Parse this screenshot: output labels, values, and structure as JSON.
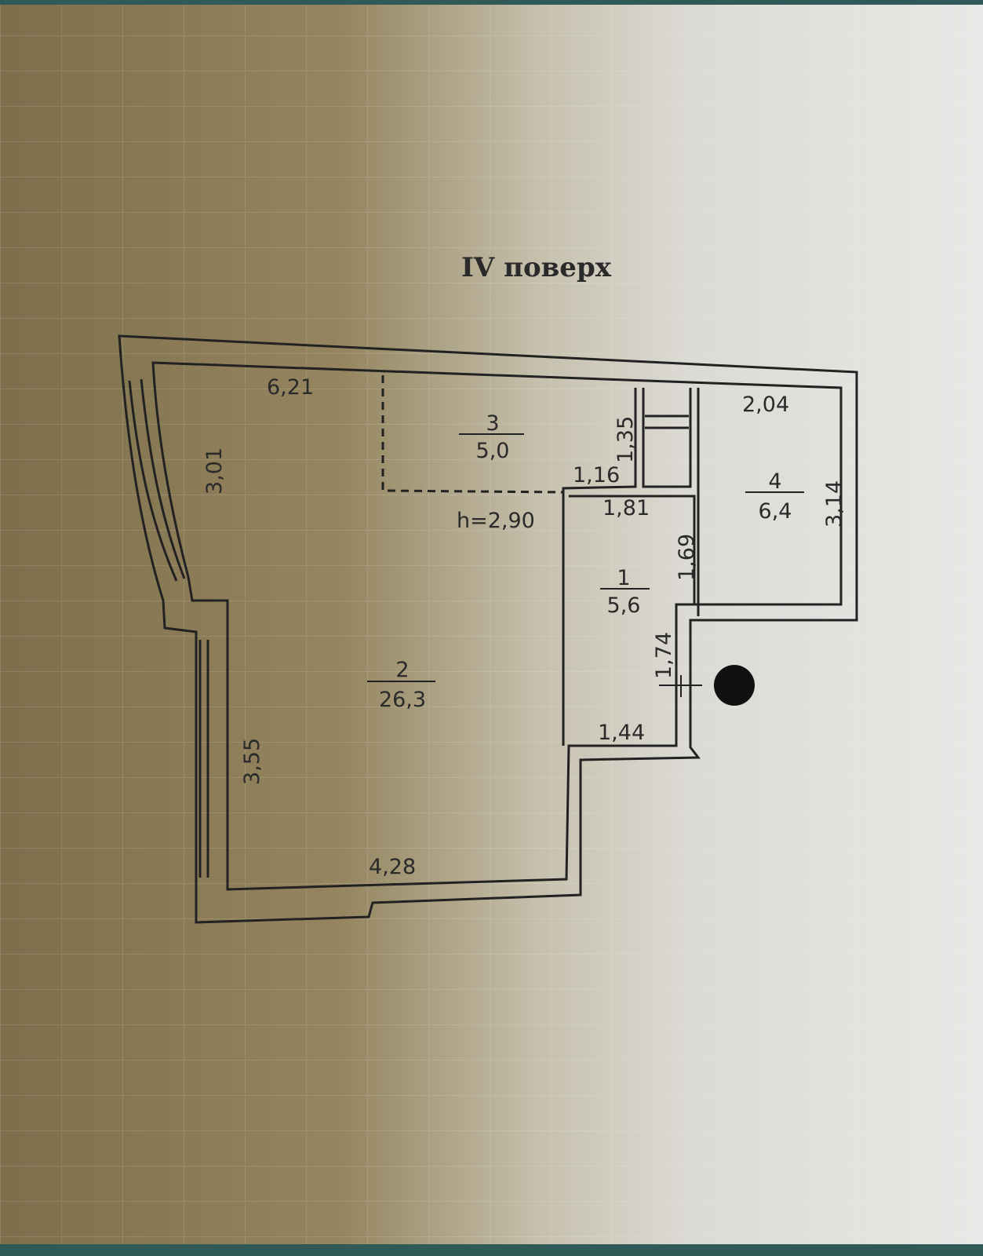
{
  "title": "IV поверх",
  "ceiling_height": "h=2,90",
  "rooms": [
    {
      "number": "1",
      "area": "5,6"
    },
    {
      "number": "2",
      "area": "26,3"
    },
    {
      "number": "3",
      "area": "5,0"
    },
    {
      "number": "4",
      "area": "6,4"
    }
  ],
  "dimensions": {
    "top_left_width": "6,21",
    "left_upper_height": "3,01",
    "left_lower_height": "3,55",
    "bottom_width": "4,28",
    "shaft_height": "1,35",
    "shaft_width": "1,16",
    "room1_width": "1,81",
    "room1_height": "1,69",
    "room1_lower_height": "1,74",
    "room1_bottom_width": "1,44",
    "room4_width": "2,04",
    "room4_height": "3,14"
  },
  "colors": {
    "paper_dark": "#8a7a55",
    "paper_light": "#e6e6e4",
    "ink": "#2a2a2a",
    "frame": "#2f5a58"
  }
}
